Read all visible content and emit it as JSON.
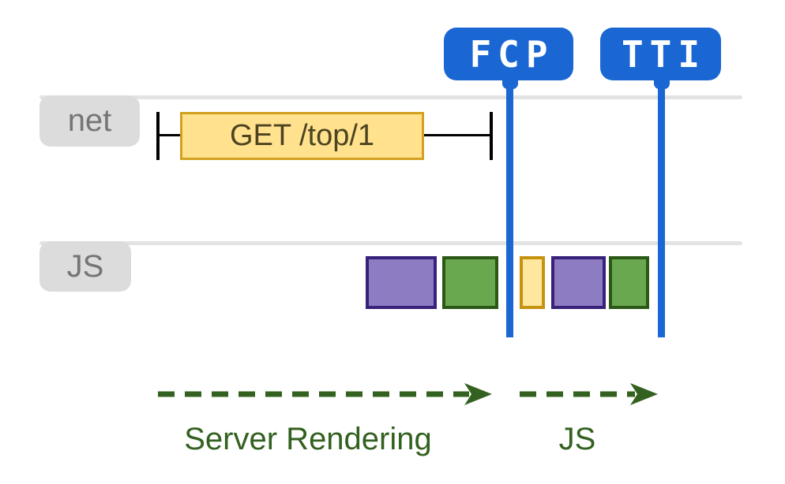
{
  "diagram": {
    "tracks": [
      {
        "id": "net",
        "label": "net"
      },
      {
        "id": "js",
        "label": "JS"
      }
    ],
    "markers": [
      {
        "id": "fcp",
        "label": "FCP"
      },
      {
        "id": "tti",
        "label": "TTI"
      }
    ],
    "network_request": {
      "label": "GET /top/1"
    },
    "js_tasks": [
      {
        "color_name": "purple"
      },
      {
        "color_name": "green"
      },
      {
        "color_name": "yellow"
      },
      {
        "color_name": "purple"
      },
      {
        "color_name": "green"
      }
    ],
    "phases": [
      {
        "id": "server-rendering",
        "label": "Server Rendering"
      },
      {
        "id": "js",
        "label": "JS"
      }
    ]
  },
  "colors": {
    "marker_blue": "#1a66d2",
    "track_gray": "#e3e3e3",
    "tab_bg": "#dcdcdc",
    "tab_text": "#757575",
    "request_fill": "#ffe18e",
    "request_border": "#d2a11f",
    "request_text": "#4c4420",
    "task_yellow_fill": "#ffe7a0",
    "task_yellow_border": "#c69310",
    "task_purple_fill": "#8e7cc3",
    "task_purple_border": "#37217a",
    "task_green_fill": "#6aa84f",
    "task_green_border": "#2c5817",
    "phase_green": "#33611f",
    "whisker_black": "#000000"
  }
}
